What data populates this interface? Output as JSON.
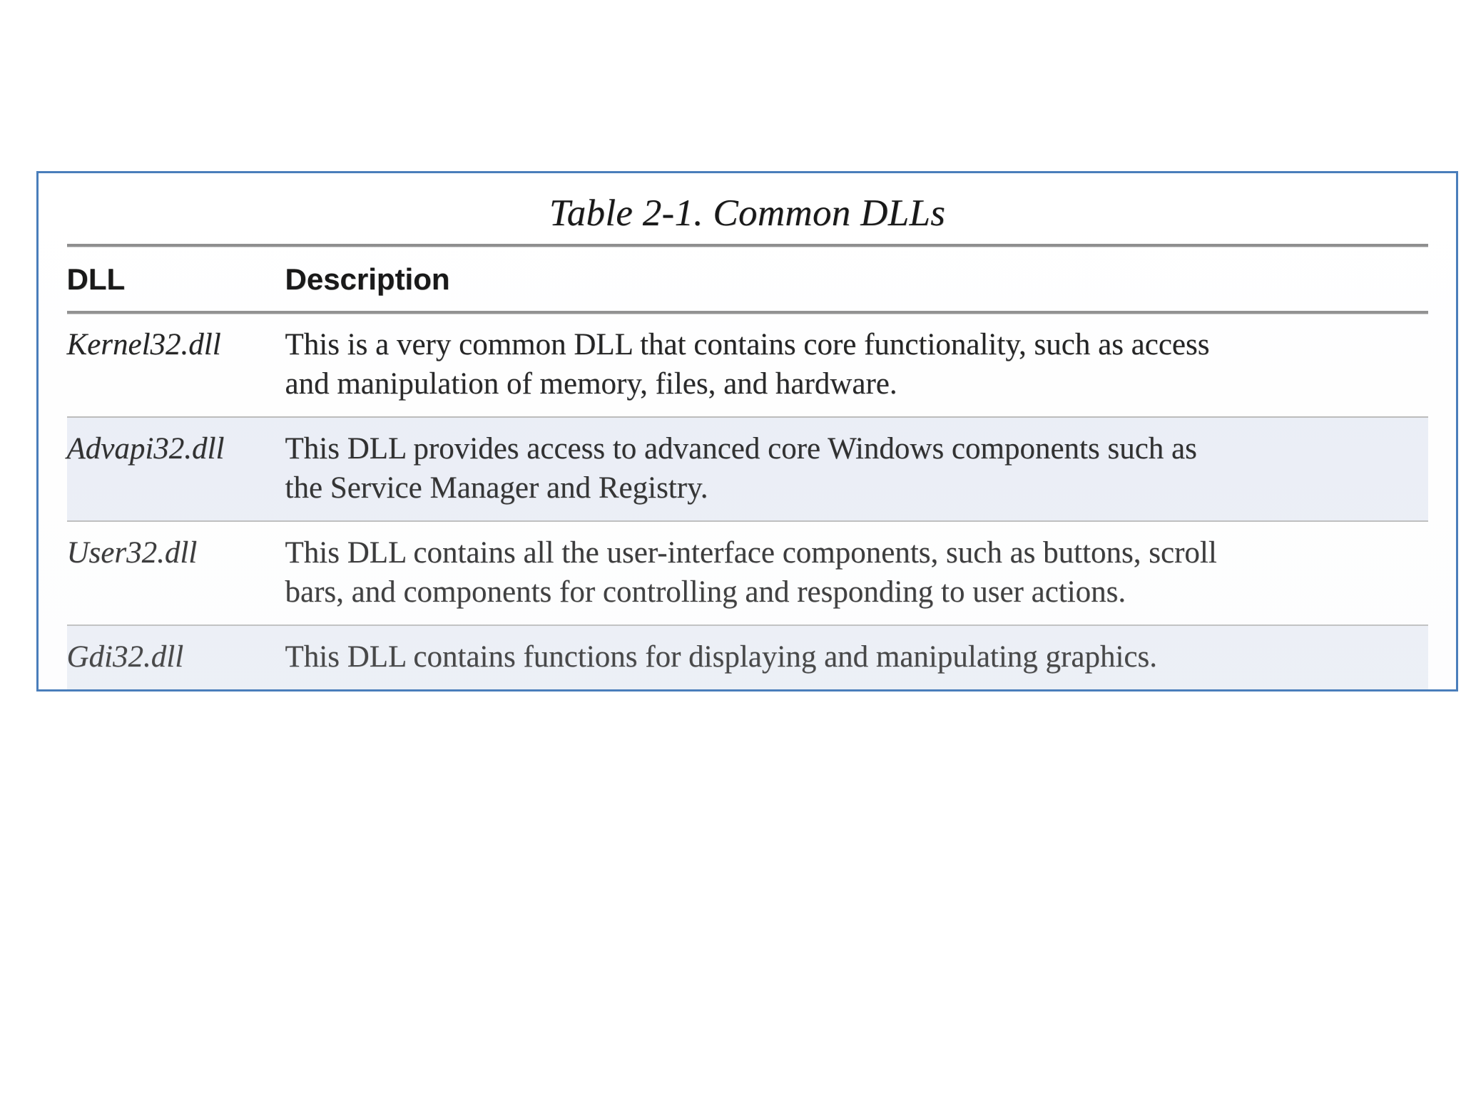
{
  "figure": {
    "title": "Table 2-1. Common DLLs",
    "border_color": "#4a7ebb",
    "shaded_row_color": "#e9edf5",
    "rule_color": "#8b8b8b"
  },
  "table": {
    "columns": [
      {
        "key": "dll",
        "label": "DLL"
      },
      {
        "key": "description",
        "label": "Description"
      }
    ],
    "rows": [
      {
        "dll": "Kernel32.dll",
        "shaded": false,
        "description_lines": [
          "This is a very common DLL that contains core functionality, such as access",
          "and manipulation of memory, files, and hardware."
        ]
      },
      {
        "dll": "Advapi32.dll",
        "shaded": true,
        "description_lines": [
          "This DLL provides access to advanced core Windows components such as",
          "the Service Manager and Registry."
        ]
      },
      {
        "dll": "User32.dll",
        "shaded": false,
        "description_lines": [
          "This DLL contains all the user-interface components, such as buttons, scroll",
          "bars, and components for controlling and responding to user actions."
        ]
      },
      {
        "dll": "Gdi32.dll",
        "shaded": true,
        "description_lines": [
          "This DLL contains functions for displaying and manipulating graphics."
        ]
      }
    ]
  }
}
